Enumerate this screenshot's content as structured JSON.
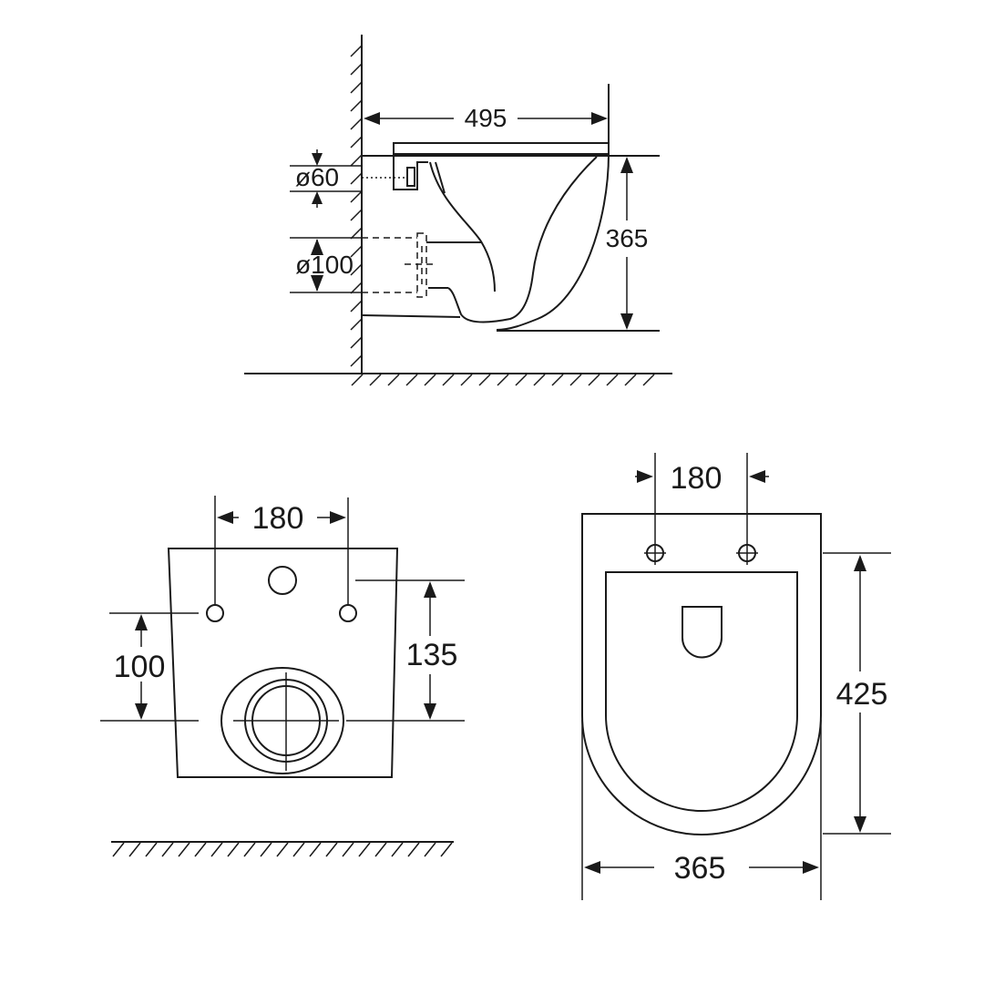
{
  "side_view": {
    "width": "495",
    "height": "365",
    "inlet_diameter": "ø60",
    "outlet_diameter": "ø100"
  },
  "rear_view": {
    "bolt_spacing": "180",
    "bolt_to_outlet": "100",
    "top_to_outlet": "135"
  },
  "top_view": {
    "bolt_spacing": "180",
    "length": "425",
    "width": "365"
  }
}
